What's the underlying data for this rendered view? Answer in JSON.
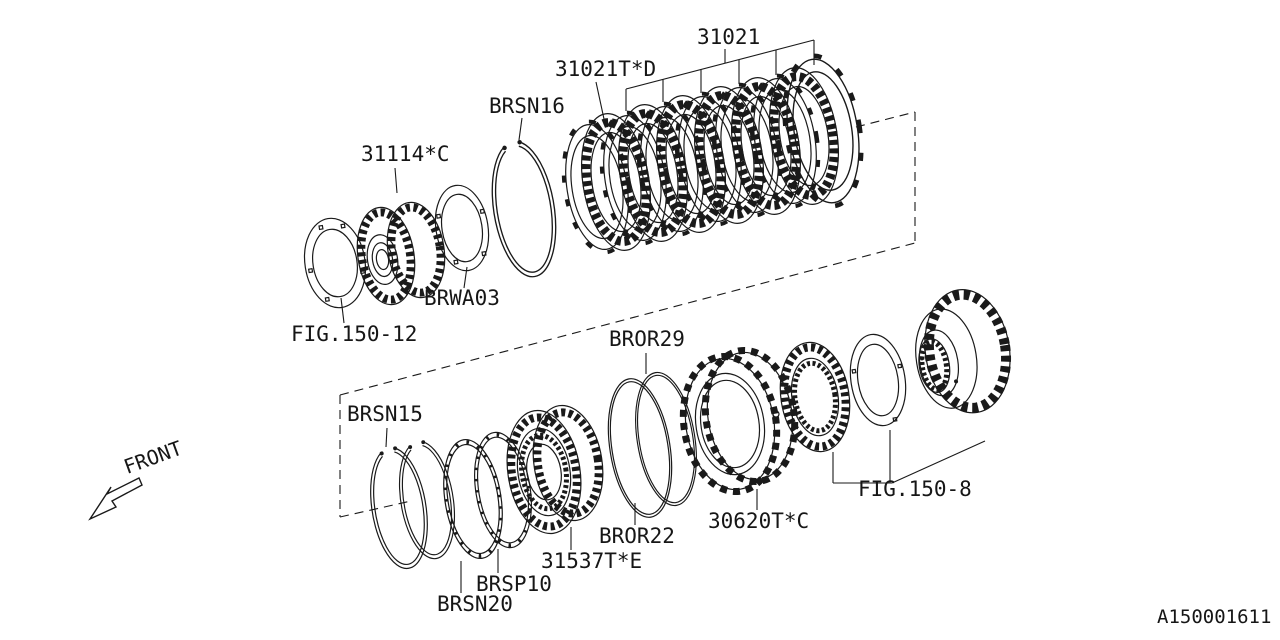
{
  "drawing": {
    "id": "A150001611",
    "front_label": "FRONT",
    "colors": {
      "line": "#1a1a1a",
      "background": "#ffffff"
    }
  },
  "labels": {
    "p31021": "31021",
    "p31021td": "31021T*D",
    "brsn16": "BRSN16",
    "p31114c": "31114*C",
    "brwa03": "BRWA03",
    "fig150_12": "FIG.150-12",
    "bror29": "BROR29",
    "brsn15": "BRSN15",
    "bror22": "BROR22",
    "p31537te": "31537T*E",
    "brsp10": "BRSP10",
    "brsn20": "BRSN20",
    "p30620tc": "30620T*C",
    "fig150_8": "FIG.150-8"
  }
}
